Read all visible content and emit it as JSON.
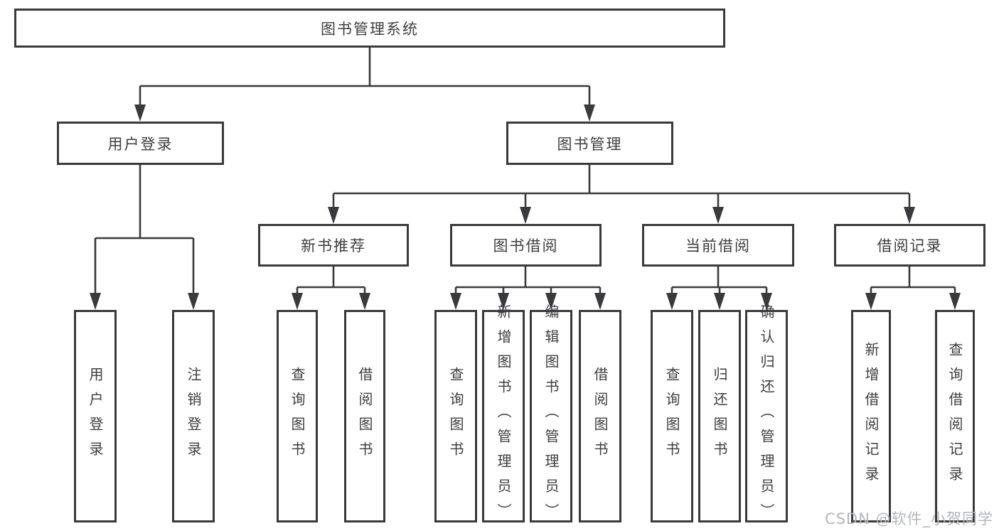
{
  "tree": {
    "label": "图书管理系统",
    "children": [
      {
        "label": "用户登录",
        "children": [
          {
            "label": "用户登录"
          },
          {
            "label": "注销登录"
          }
        ]
      },
      {
        "label": "图书管理",
        "children": [
          {
            "label": "新书推荐",
            "children": [
              {
                "label": "查询图书"
              },
              {
                "label": "借阅图书"
              }
            ]
          },
          {
            "label": "图书借阅",
            "children": [
              {
                "label": "查询图书"
              },
              {
                "label": "新增图书（管理员）"
              },
              {
                "label": "编辑图书（管理员）"
              },
              {
                "label": "借阅图书"
              }
            ]
          },
          {
            "label": "当前借阅",
            "children": [
              {
                "label": "查询图书"
              },
              {
                "label": "归还图书"
              },
              {
                "label": "确认归还（管理员）"
              }
            ]
          },
          {
            "label": "借阅记录",
            "children": [
              {
                "label": "新增借阅记录"
              },
              {
                "label": "查询借阅记录"
              }
            ]
          }
        ]
      }
    ]
  },
  "watermark": {
    "text": "CSDN @软件_小贺同学"
  },
  "colors": {
    "line": "#3a3a3c",
    "text": "#3e3e40",
    "box_fill": "#ffffff",
    "background": "#ffffff",
    "watermark": "#b4b6b8"
  }
}
